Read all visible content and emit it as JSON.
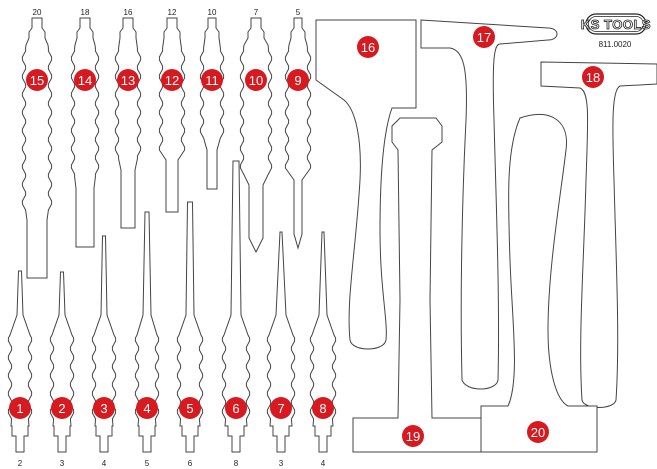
{
  "colors": {
    "badge": "#d71920",
    "badge_text": "#ffffff",
    "outline": "#444444"
  },
  "logo": {
    "brand": "KS TOOLS",
    "part_number": "811.0020"
  },
  "top_punches": [
    {
      "number": "15",
      "size": "20"
    },
    {
      "number": "14",
      "size": "18"
    },
    {
      "number": "13",
      "size": "16"
    },
    {
      "number": "12",
      "size": "12"
    },
    {
      "number": "11",
      "size": "10"
    },
    {
      "number": "10",
      "size": "7"
    },
    {
      "number": "9",
      "size": "5"
    }
  ],
  "bottom_punches": [
    {
      "number": "1",
      "size": "2"
    },
    {
      "number": "2",
      "size": "3"
    },
    {
      "number": "3",
      "size": "4"
    },
    {
      "number": "4",
      "size": "5"
    },
    {
      "number": "5",
      "size": "6"
    },
    {
      "number": "6",
      "size": "8"
    },
    {
      "number": "7",
      "size": "3"
    },
    {
      "number": "8",
      "size": "4"
    }
  ],
  "hammers": [
    {
      "number": "16"
    },
    {
      "number": "17"
    },
    {
      "number": "18"
    },
    {
      "number": "19"
    },
    {
      "number": "20"
    }
  ]
}
